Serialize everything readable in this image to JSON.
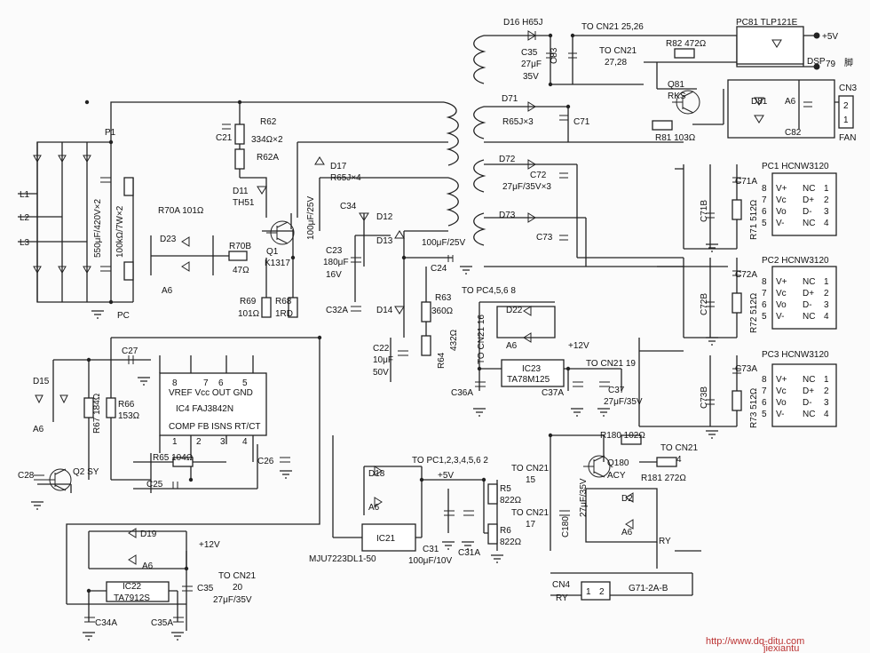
{
  "pins": {
    "ic4_top": [
      "8",
      "7",
      "6",
      "5"
    ],
    "ic4_bottom": [
      "1",
      "2",
      "3",
      "4"
    ],
    "pc_left": [
      "8",
      "7",
      "6",
      "5"
    ],
    "pc_right": [
      "1",
      "2",
      "3",
      "4"
    ],
    "pc_in": [
      "V+",
      "Vc",
      "Vo",
      "V-"
    ],
    "pc_out": [
      "NC",
      "D+",
      "D-",
      "NC"
    ],
    "cn3": [
      "2",
      "1"
    ],
    "cn4": [
      "1",
      "2"
    ]
  },
  "labels": [
    {
      "id": "l1",
      "text": "L1"
    },
    {
      "id": "l2",
      "text": "L2"
    },
    {
      "id": "l3",
      "text": "L3"
    },
    {
      "id": "p1",
      "text": "P1"
    },
    {
      "id": "pc",
      "text": "PC"
    },
    {
      "id": "c-bulk",
      "text": "550μF/420V×2"
    },
    {
      "id": "r-bulk",
      "text": "100kΩ/7W×2"
    },
    {
      "id": "c21",
      "text": "C21"
    },
    {
      "id": "r62",
      "text": "R62"
    },
    {
      "id": "r62-val",
      "text": "334Ω×2"
    },
    {
      "id": "r62a",
      "text": "R62A"
    },
    {
      "id": "d11",
      "text": "D11"
    },
    {
      "id": "th51",
      "text": "TH51"
    },
    {
      "id": "r70a",
      "text": "R70A  101Ω"
    },
    {
      "id": "d23",
      "text": "D23"
    },
    {
      "id": "a6-1",
      "text": "A6"
    },
    {
      "id": "r70b",
      "text": "R70B"
    },
    {
      "id": "r70b-val",
      "text": "47Ω"
    },
    {
      "id": "q1",
      "text": "Q1"
    },
    {
      "id": "k1317",
      "text": "K1317"
    },
    {
      "id": "r69",
      "text": "R69"
    },
    {
      "id": "r69-val",
      "text": "101Ω"
    },
    {
      "id": "r68",
      "text": "R68"
    },
    {
      "id": "r68-val",
      "text": "1RD"
    },
    {
      "id": "d17",
      "text": "D17"
    },
    {
      "id": "d17-val",
      "text": "R65J×4"
    },
    {
      "id": "c34",
      "text": "C34"
    },
    {
      "id": "c34-val",
      "text": "100μF/25V"
    },
    {
      "id": "d12",
      "text": "D12"
    },
    {
      "id": "d13",
      "text": "D13"
    },
    {
      "id": "c23",
      "text": "C23"
    },
    {
      "id": "c23-val",
      "text": "180μF"
    },
    {
      "id": "c23-v",
      "text": "16V"
    },
    {
      "id": "c32a",
      "text": "C32A"
    },
    {
      "id": "d14",
      "text": "D14"
    },
    {
      "id": "c24-val",
      "text": "100μF/25V"
    },
    {
      "id": "c24",
      "text": "C24"
    },
    {
      "id": "r63",
      "text": "R63"
    },
    {
      "id": "r63-val",
      "text": "360Ω"
    },
    {
      "id": "r64",
      "text": "R64"
    },
    {
      "id": "r64-val",
      "text": "432Ω"
    },
    {
      "id": "to-pc456",
      "text": "TO  PC4,5,6  8"
    },
    {
      "id": "to-cn21-16",
      "text": "TO CN21  16"
    },
    {
      "id": "c22",
      "text": "C22"
    },
    {
      "id": "c22-val",
      "text": "10μF"
    },
    {
      "id": "c22-v",
      "text": "50V"
    },
    {
      "id": "d22",
      "text": "D22"
    },
    {
      "id": "a6-2",
      "text": "A6"
    },
    {
      "id": "v12-1",
      "text": "+12V"
    },
    {
      "id": "ic23",
      "text": "IC23"
    },
    {
      "id": "ta78m125",
      "text": "TA78M125"
    },
    {
      "id": "to-cn21-19",
      "text": "TO  CN21  19"
    },
    {
      "id": "c36a",
      "text": "C36A"
    },
    {
      "id": "c37a",
      "text": "C37A"
    },
    {
      "id": "c37",
      "text": "C37"
    },
    {
      "id": "c37-val",
      "text": "27μF/35V"
    },
    {
      "id": "d16",
      "text": "D16  H65J"
    },
    {
      "id": "to-cn21-2526",
      "text": "TO  CN21  25,26"
    },
    {
      "id": "c35-top",
      "text": "C35"
    },
    {
      "id": "c35-top-val",
      "text": "27μF"
    },
    {
      "id": "c35-top-v",
      "text": "35V"
    },
    {
      "id": "c83",
      "text": "C83"
    },
    {
      "id": "to-cn21-2728",
      "text": "TO  CN21"
    },
    {
      "id": "to-cn21-2728b",
      "text": "27,28"
    },
    {
      "id": "r82",
      "text": "R82  472Ω"
    },
    {
      "id": "pc81",
      "text": "PC81  TLP121E"
    },
    {
      "id": "plus5v",
      "text": "+5V"
    },
    {
      "id": "dsp",
      "text": "DSP"
    },
    {
      "id": "dsp-pin",
      "text": "79"
    },
    {
      "id": "dsp-foot",
      "text": "脚"
    },
    {
      "id": "d71",
      "text": "D71"
    },
    {
      "id": "d71-val",
      "text": "R65J×3"
    },
    {
      "id": "c71",
      "text": "C71"
    },
    {
      "id": "q81",
      "text": "Q81"
    },
    {
      "id": "rks",
      "text": "RKS"
    },
    {
      "id": "r81",
      "text": "R81  103Ω"
    },
    {
      "id": "d81",
      "text": "D81"
    },
    {
      "id": "a6-3",
      "text": "A6"
    },
    {
      "id": "c82",
      "text": "C82"
    },
    {
      "id": "cn3",
      "text": "CN3"
    },
    {
      "id": "fan",
      "text": "FAN"
    },
    {
      "id": "d72",
      "text": "D72"
    },
    {
      "id": "c72",
      "text": "C72"
    },
    {
      "id": "c72-val",
      "text": "27μF/35V×3"
    },
    {
      "id": "d73",
      "text": "D73"
    },
    {
      "id": "c73",
      "text": "C73"
    },
    {
      "id": "pc1",
      "text": "PC1  HCNW3120"
    },
    {
      "id": "c71a",
      "text": "C71A"
    },
    {
      "id": "c71b",
      "text": "C71B"
    },
    {
      "id": "r71",
      "text": "R71  512Ω"
    },
    {
      "id": "pc2",
      "text": "PC2  HCNW3120"
    },
    {
      "id": "c72a",
      "text": "C72A"
    },
    {
      "id": "c72b",
      "text": "C72B"
    },
    {
      "id": "r72",
      "text": "R72  512Ω"
    },
    {
      "id": "pc3",
      "text": "PC3  HCNW3120"
    },
    {
      "id": "c73a",
      "text": "C73A"
    },
    {
      "id": "c73b",
      "text": "C73B"
    },
    {
      "id": "r73",
      "text": "R73  512Ω"
    },
    {
      "id": "c27",
      "text": "C27"
    },
    {
      "id": "d15",
      "text": "D15"
    },
    {
      "id": "a6-4",
      "text": "A6"
    },
    {
      "id": "r67",
      "text": "R67  184Ω"
    },
    {
      "id": "r66",
      "text": "R66"
    },
    {
      "id": "r66-val",
      "text": "153Ω"
    },
    {
      "id": "ic4-vref",
      "text": "VREF  Vcc   OUT  GND"
    },
    {
      "id": "ic4",
      "text": "IC4  FAJ3842N"
    },
    {
      "id": "ic4-comp",
      "text": "COMP  FB   ISNS  RT/CT"
    },
    {
      "id": "r65",
      "text": "R65  104Ω"
    },
    {
      "id": "c26",
      "text": "C26"
    },
    {
      "id": "c28",
      "text": "C28"
    },
    {
      "id": "q2",
      "text": "Q2  SY"
    },
    {
      "id": "c25",
      "text": "C25"
    },
    {
      "id": "d19",
      "text": "D19"
    },
    {
      "id": "a6-5",
      "text": "A6"
    },
    {
      "id": "v12-2",
      "text": "+12V"
    },
    {
      "id": "to-cn21-20",
      "text": "TO  CN21"
    },
    {
      "id": "to-cn21-20b",
      "text": "20"
    },
    {
      "id": "c35-bot",
      "text": "C35"
    },
    {
      "id": "c35-bot-val",
      "text": "27μF/35V"
    },
    {
      "id": "ic22",
      "text": "IC22"
    },
    {
      "id": "ta7912s",
      "text": "TA7912S"
    },
    {
      "id": "c34a",
      "text": "C34A"
    },
    {
      "id": "c35a",
      "text": "C35A"
    },
    {
      "id": "to-pc1-6",
      "text": "TO  PC1,2,3,4,5,6  2"
    },
    {
      "id": "to-cn21-15",
      "text": "TO CN21"
    },
    {
      "id": "to-cn21-15b",
      "text": "15"
    },
    {
      "id": "d18",
      "text": "D18"
    },
    {
      "id": "a6-6",
      "text": "A6"
    },
    {
      "id": "plus5v-2",
      "text": "+5V"
    },
    {
      "id": "r5",
      "text": "R5"
    },
    {
      "id": "r5-val",
      "text": "822Ω"
    },
    {
      "id": "to-cn21-17",
      "text": "TO CN21"
    },
    {
      "id": "to-cn21-17b",
      "text": "17"
    },
    {
      "id": "r6",
      "text": "R6"
    },
    {
      "id": "r6-val",
      "text": "822Ω"
    },
    {
      "id": "ic21",
      "text": "IC21"
    },
    {
      "id": "mju",
      "text": "MJU7223DL1-50"
    },
    {
      "id": "c31",
      "text": "C31"
    },
    {
      "id": "c31-val",
      "text": "100μF/10V"
    },
    {
      "id": "c31a",
      "text": "C31A"
    },
    {
      "id": "r180",
      "text": "R180  102Ω"
    },
    {
      "id": "to-cn21-4",
      "text": "TO  CN21"
    },
    {
      "id": "to-cn21-4b",
      "text": "4"
    },
    {
      "id": "q180",
      "text": "Q180"
    },
    {
      "id": "acy",
      "text": "ACY"
    },
    {
      "id": "r181",
      "text": "R181  272Ω"
    },
    {
      "id": "c180-val",
      "text": "27μF/35V"
    },
    {
      "id": "c180",
      "text": "C180"
    },
    {
      "id": "d2",
      "text": "D2"
    },
    {
      "id": "a6-7",
      "text": "A6"
    },
    {
      "id": "ry",
      "text": "RY"
    },
    {
      "id": "cn4",
      "text": "CN4"
    },
    {
      "id": "cn4-ry",
      "text": "RY"
    },
    {
      "id": "g71",
      "text": "G71-2A-B"
    },
    {
      "id": "watermark",
      "text": "http://www.dq-ditu.com"
    },
    {
      "id": "watermark2",
      "text": "jiexiantu"
    }
  ]
}
